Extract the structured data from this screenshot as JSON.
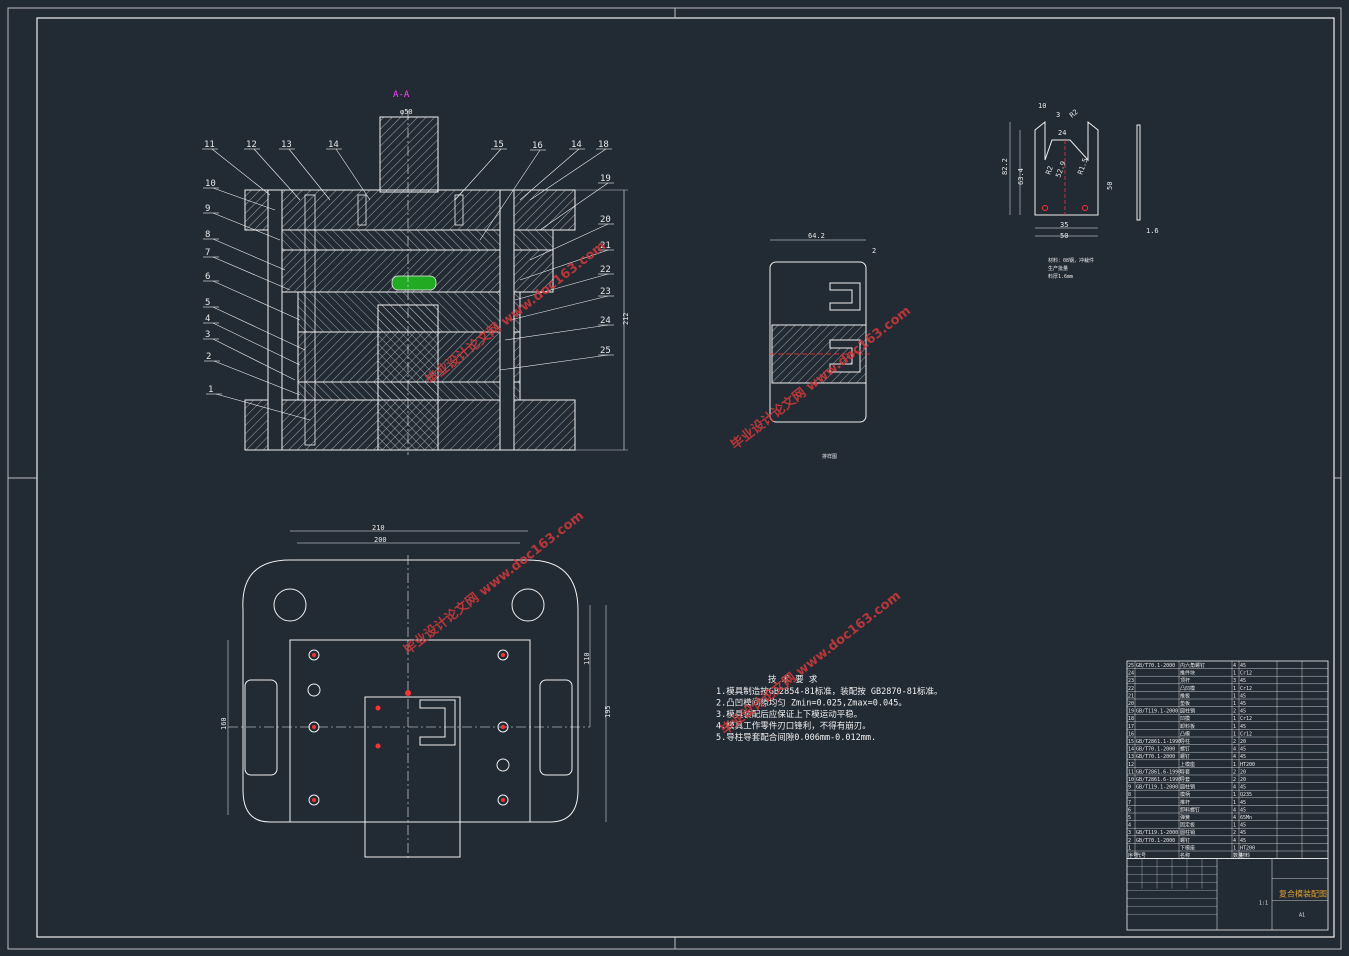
{
  "drawing": {
    "section_label": "A-A",
    "section_dims": {
      "top_dia": "φ50",
      "height": "212"
    },
    "part_numbers": [
      "1",
      "2",
      "3",
      "4",
      "5",
      "6",
      "7",
      "8",
      "9",
      "10",
      "11",
      "12",
      "13",
      "14",
      "14",
      "15",
      "16",
      "18",
      "19",
      "20",
      "21",
      "22",
      "23",
      "24",
      "25"
    ],
    "plan_dims": {
      "width_outer": "210",
      "width_inner": "200",
      "height_left": "160",
      "height_right_1": "110",
      "height_right_2": "195"
    },
    "strip_dims": {
      "width": "64.2",
      "side": "2"
    },
    "strip_caption": "排样图",
    "part_dims": [
      "10",
      "3",
      "24",
      "R2",
      "R2",
      "82.2",
      "63.4",
      "52.9",
      "R1.5",
      "50",
      "35",
      "50",
      "1.6"
    ],
    "part_notes": [
      "材料：08钢，冲裁件",
      "生产批量",
      "料厚1.6mm"
    ],
    "tech_title": "技 术 要 求",
    "tech_lines": [
      "1.模具制造按GB2854-81标准，装配按 GB2870-81标准。",
      "2.凸凹模间隙均匀 Zmin=0.025,Zmax=0.045。",
      "3.模具装配后应保证上下模运动平稳。",
      "4.模具工作零件刃口锋利，不得有崩刃。",
      "5.导柱导套配合间隙0.006mm-0.012mm."
    ],
    "watermark": "毕业设计论文网 www.doc163.com"
  },
  "bom": {
    "rows": [
      [
        "25",
        "GB/T70.1-2000",
        "内六角螺钉",
        "4",
        "45"
      ],
      [
        "24",
        "",
        "推件块",
        "1",
        "Cr12"
      ],
      [
        "23",
        "",
        "顶杆",
        "3",
        "45"
      ],
      [
        "22",
        "",
        "凸凹模",
        "1",
        "Cr12"
      ],
      [
        "21",
        "",
        "推板",
        "1",
        "45"
      ],
      [
        "20",
        "",
        "垫板",
        "1",
        "45"
      ],
      [
        "19",
        "GB/T119.1-2000",
        "圆柱销",
        "2",
        "45"
      ],
      [
        "18",
        "",
        "凹模",
        "1",
        "Cr12"
      ],
      [
        "17",
        "",
        "卸料板",
        "1",
        "45"
      ],
      [
        "16",
        "",
        "凸模",
        "1",
        "Cr12"
      ],
      [
        "15",
        "GB/T2861.1-1990",
        "导柱",
        "2",
        "20"
      ],
      [
        "14",
        "GB/T70.1-2000",
        "螺钉",
        "4",
        "45"
      ],
      [
        "13",
        "GB/T70.1-2000",
        "螺钉",
        "4",
        "45"
      ],
      [
        "12",
        "",
        "上模座",
        "1",
        "HT200"
      ],
      [
        "11",
        "GB/T2861.6-1990",
        "导套",
        "2",
        "20"
      ],
      [
        "10",
        "GB/T2861.6-1990",
        "导套",
        "2",
        "20"
      ],
      [
        "9",
        "GB/T119.1-2000",
        "圆柱销",
        "4",
        "45"
      ],
      [
        "8",
        "",
        "模柄",
        "1",
        "Q235"
      ],
      [
        "7",
        "",
        "推杆",
        "1",
        "45"
      ],
      [
        "6",
        "",
        "卸料螺钉",
        "4",
        "45"
      ],
      [
        "5",
        "",
        "弹簧",
        "4",
        "65Mn"
      ],
      [
        "4",
        "",
        "固定板",
        "1",
        "45"
      ],
      [
        "3",
        "GB/T119.1-2000",
        "圆柱销",
        "2",
        "45"
      ],
      [
        "2",
        "GB/T70.1-2000",
        "螺钉",
        "4",
        "45"
      ],
      [
        "1",
        "",
        "下模座",
        "1",
        "HT200"
      ]
    ],
    "header": [
      "序号",
      "代号",
      "名称",
      "数量",
      "材料"
    ],
    "title_block": {
      "name": "复合模装配图",
      "sheet": "A1",
      "scale": "1:1"
    }
  },
  "colors": {
    "background": "#222a34",
    "line": "#f0f0f0",
    "magenta": "#ff44ff",
    "red_center": "#ff3030",
    "green_part": "#22aa22",
    "watermark": "#d23a3a"
  }
}
